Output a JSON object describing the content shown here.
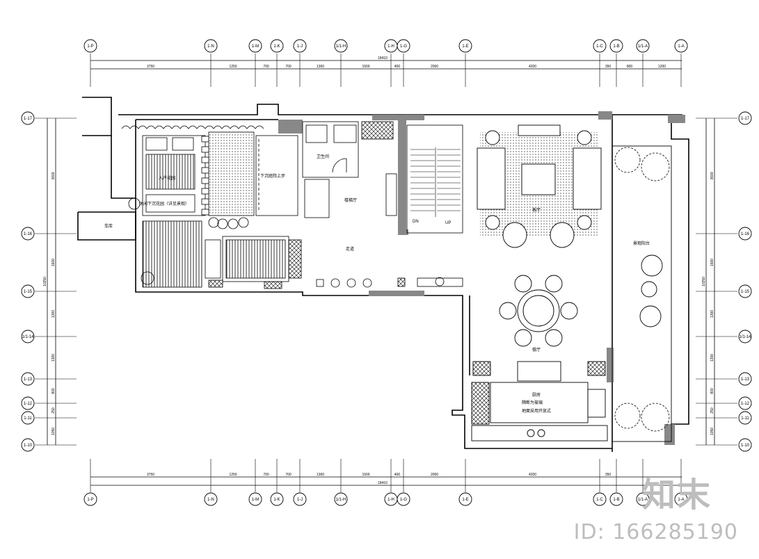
{
  "watermark": {
    "brand": "知末",
    "id_text": "ID: 166285190"
  },
  "axes": {
    "columns": [
      "1-P",
      "1-N",
      "1-M",
      "1-K",
      "1-J",
      "1/1-H",
      "1-H",
      "1-G",
      "1-E",
      "1-C",
      "1-B",
      "1/1-A",
      "1-A"
    ],
    "rows": [
      "1-17",
      "1-16",
      "1-15",
      "1/1-14",
      "1-13",
      "1-12",
      "1-11",
      "1-10"
    ]
  },
  "dimensions": {
    "top_segments": [
      "3750",
      "1250",
      "700",
      "700",
      "1300",
      "1500",
      "400",
      "2000",
      "4200",
      "350",
      "800",
      "1200"
    ],
    "top_total": "18410",
    "bottom_segments": [
      "3750",
      "1250",
      "700",
      "700",
      "1300",
      "1500",
      "400",
      "2000",
      "4200",
      "350"
    ],
    "bottom_total": "18410",
    "side_segments": [
      "3600",
      "1600",
      "1300",
      "1300",
      "800",
      "250",
      "1050"
    ],
    "side_total": "10250"
  },
  "rooms": {
    "entry_court": "入户花园",
    "sunken_note": "休闲下沉花园（详见景观）",
    "bath": "卫生间",
    "garden_stair": "下沉庭院上步",
    "stair_hall": "楼梯厅",
    "corridor": "走道",
    "living": "客厅",
    "terrace": "景观阳台",
    "dining": "餐厅",
    "kitchen": "厨房",
    "kitchen_note1": "隔断为玻璃",
    "kitchen_note2": "地面采用开放式",
    "stair_up": "UP",
    "stair_dn": "DN",
    "bike": "车库"
  }
}
